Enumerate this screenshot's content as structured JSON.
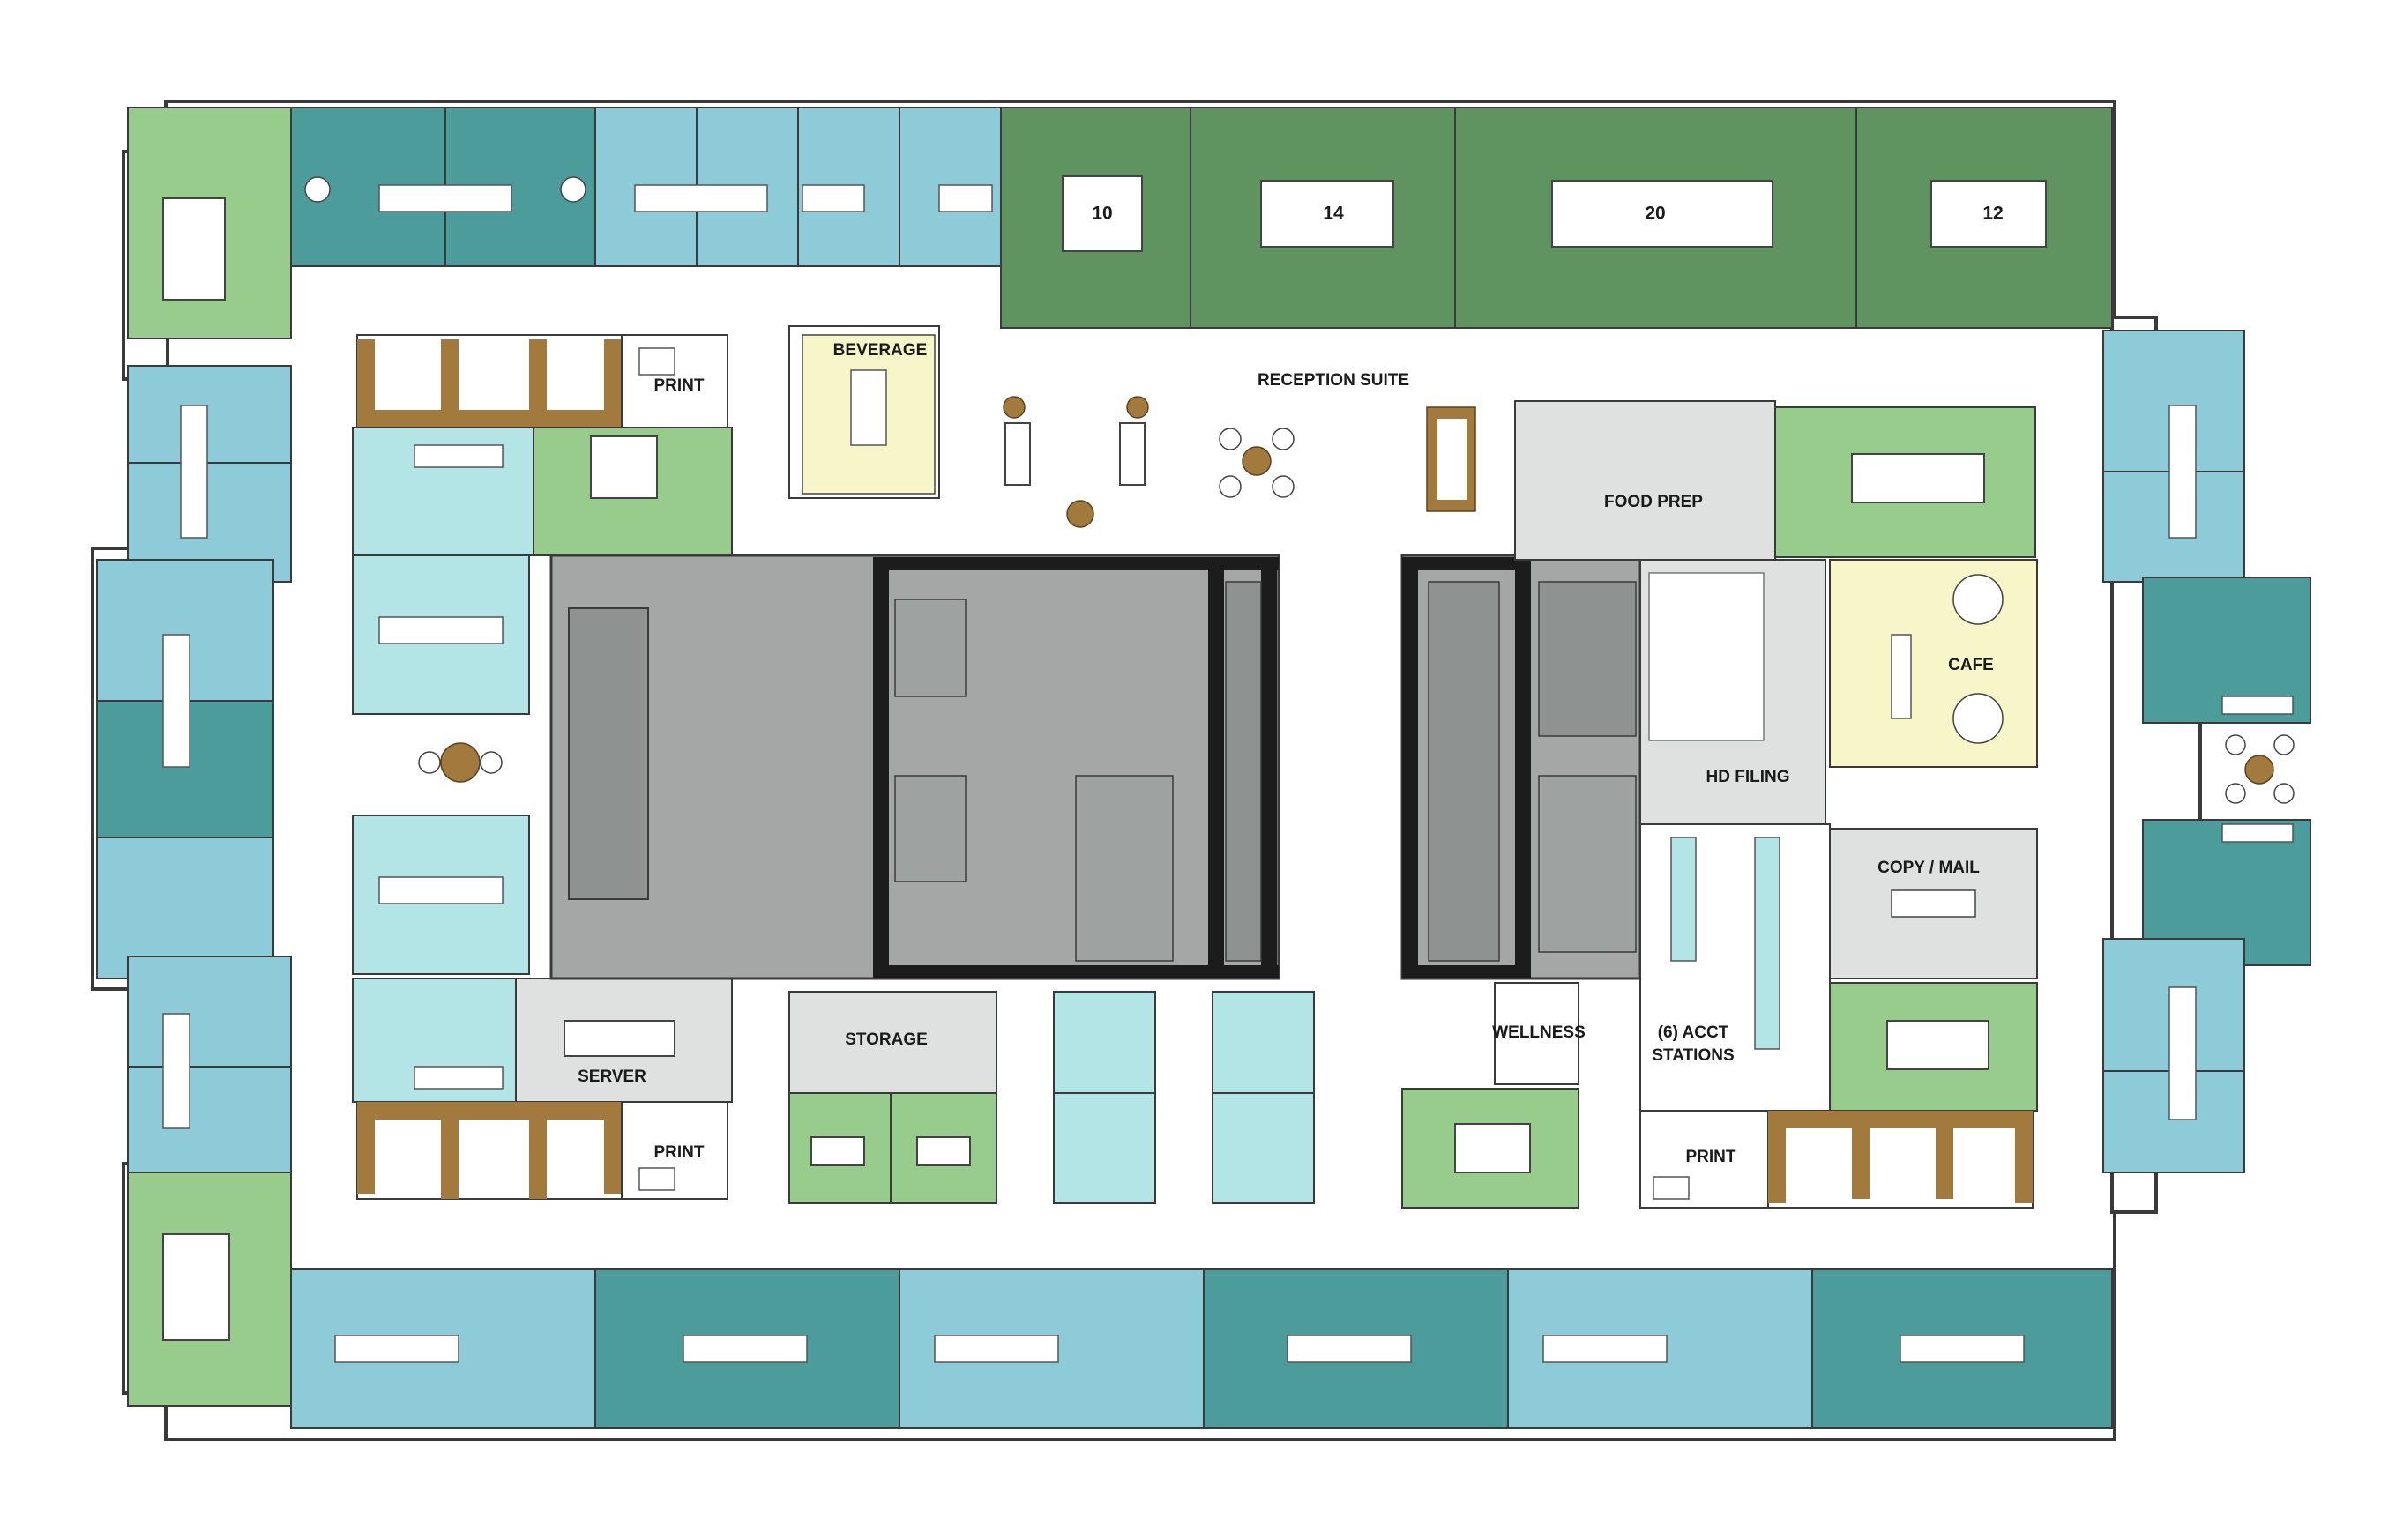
{
  "colors": {
    "office_teal_light": "#8ecbd9",
    "office_teal_dark": "#4c9c9b",
    "conference_dark_green": "#5f9460",
    "meeting_light_green": "#97cc8c",
    "workstation_light_aqua": "#b3e4e6",
    "core_gray": "#a4a7a6",
    "service_gray": "#dfe1e0",
    "cafe_yellow": "#f7f6c8",
    "wood": "#a27a3e",
    "wall": "#3a3a3a"
  },
  "labels": {
    "reception": "RECEPTION SUITE",
    "beverage": "BEVERAGE",
    "print_nw": "PRINT",
    "print_sw": "PRINT",
    "print_se": "PRINT",
    "server": "SERVER",
    "storage": "STORAGE",
    "wellness": "WELLNESS",
    "food_prep": "FOOD PREP",
    "cafe": "CAFE",
    "hd_filing": "HD FILING",
    "copy_mail": "COPY / MAIL",
    "acct_line1": "(6) ACCT",
    "acct_line2": "STATIONS"
  },
  "conference_rooms": [
    {
      "seats": "10"
    },
    {
      "seats": "14"
    },
    {
      "seats": "20"
    },
    {
      "seats": "12"
    }
  ]
}
